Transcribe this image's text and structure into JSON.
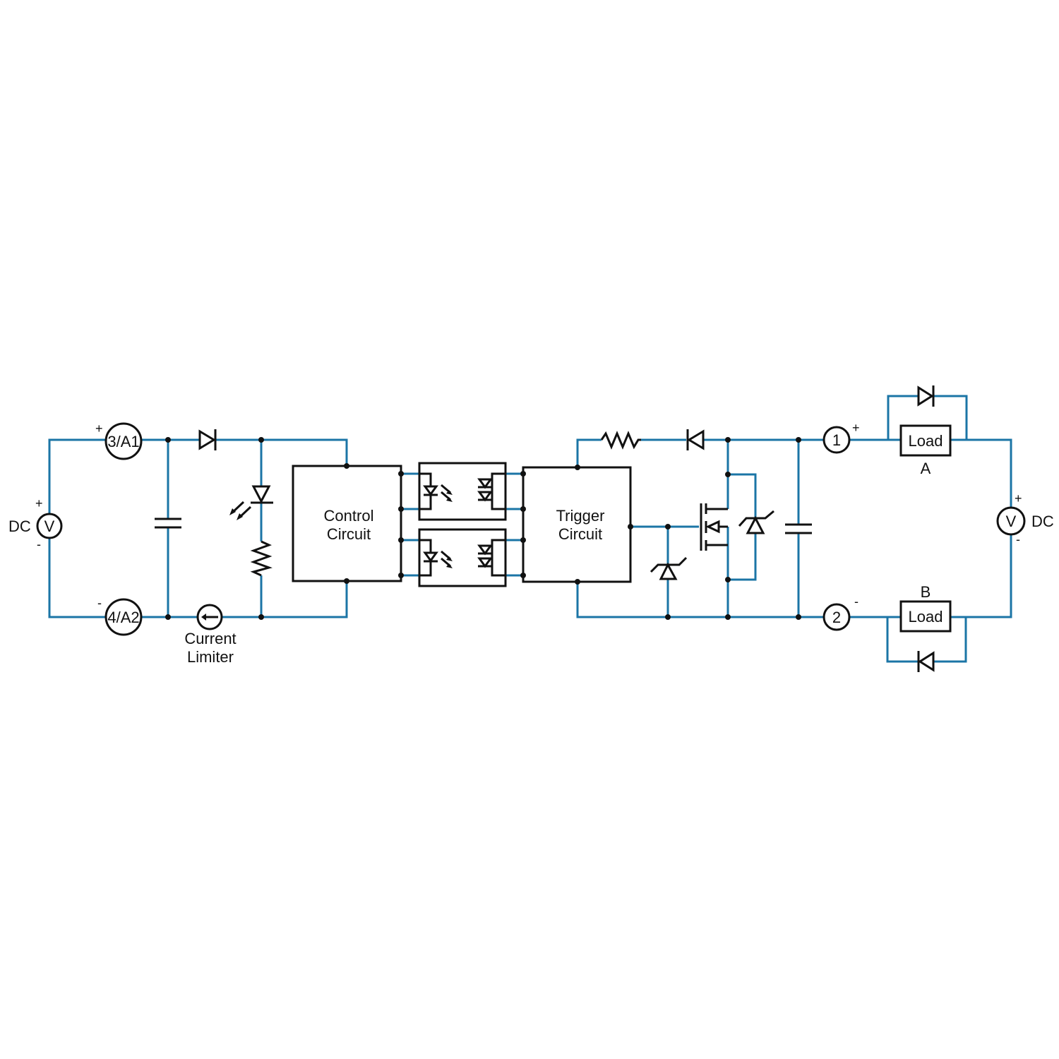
{
  "colors": {
    "wire": "#1b75a6",
    "component": "#111111",
    "background": "#ffffff"
  },
  "input_side": {
    "source": {
      "symbol": "V",
      "label": "DC",
      "plus": "+",
      "minus": "-"
    },
    "terminal_top": {
      "label": "3/A1",
      "polarity": "+"
    },
    "terminal_bottom": {
      "label": "4/A2",
      "polarity": "-"
    },
    "current_limiter": {
      "line1": "Current",
      "line2": "Limiter"
    }
  },
  "blocks": {
    "control": {
      "line1": "Control",
      "line2": "Circuit"
    },
    "trigger": {
      "line1": "Trigger",
      "line2": "Circuit"
    }
  },
  "output_side": {
    "terminal_1": {
      "label": "1",
      "polarity": "+"
    },
    "terminal_2": {
      "label": "2",
      "polarity": "-"
    },
    "load_a": {
      "label": "Load",
      "tag": "A"
    },
    "load_b": {
      "label": "Load",
      "tag": "B"
    },
    "source": {
      "symbol": "V",
      "label": "DC",
      "plus": "+",
      "minus": "-"
    }
  }
}
